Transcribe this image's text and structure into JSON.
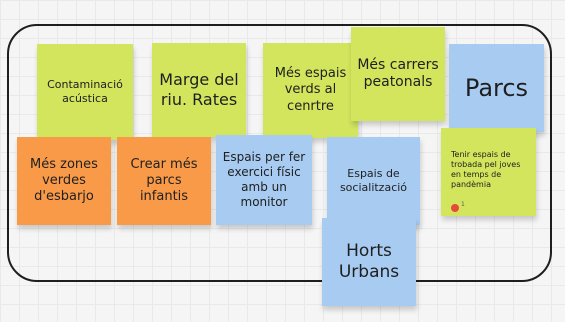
{
  "colors": {
    "lime": "#d2e55d",
    "orange": "#f99a48",
    "blue": "#a7cbf1",
    "frame": "#1e1e1e",
    "canvas": "#f5f5f5"
  },
  "notes": [
    {
      "text": "Contaminació acústica",
      "color": "lime"
    },
    {
      "text": "Marge del riu. Rates",
      "color": "lime"
    },
    {
      "text": "Més espais verds al cenrtre",
      "color": "lime"
    },
    {
      "text": "Més carrers peatonals",
      "color": "lime"
    },
    {
      "text": "Parcs",
      "color": "blue"
    },
    {
      "text": "Més zones verdes d'esbarjo",
      "color": "orange"
    },
    {
      "text": "Crear més parcs infantis",
      "color": "orange"
    },
    {
      "text": "Espais per fer exercici físic amb un monitor",
      "color": "blue"
    },
    {
      "text": "Espais de socialització",
      "color": "blue"
    },
    {
      "text": "Tenir espais de trobada pel joves en temps de pandèmia",
      "color": "lime"
    },
    {
      "text": "Horts Urbans",
      "color": "blue"
    }
  ],
  "reaction": {
    "icon": "emoji-reaction-icon",
    "count": "1"
  }
}
